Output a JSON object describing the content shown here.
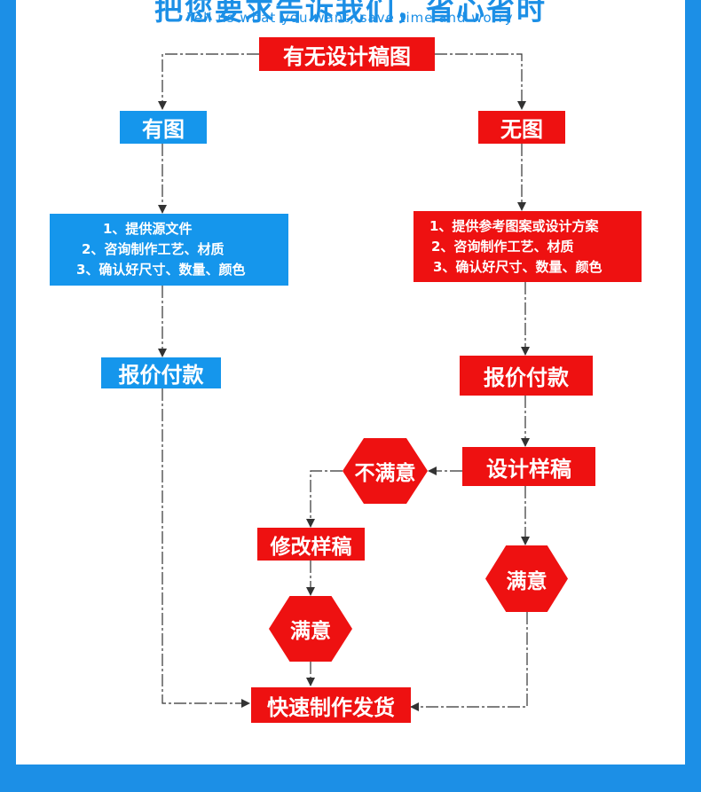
{
  "header": {
    "title": "把您要求告诉我们，省心省时",
    "subtitle": "Tell us what you want, save time and worry"
  },
  "flow": {
    "start": "有无设计稿图",
    "has_design": {
      "label": "有图",
      "steps": [
        "1、提供源文件",
        "2、咨询制作工艺、材质",
        "3、确认好尺寸、数量、颜色"
      ],
      "pay": "报价付款"
    },
    "no_design": {
      "label": "无图",
      "steps": [
        "1、提供参考图案或设计方案",
        "2、咨询制作工艺、材质",
        "3、确认好尺寸、数量、颜色"
      ],
      "pay": "报价付款",
      "sample": "设计样稿",
      "unsatisfied": "不满意",
      "revise": "修改样稿",
      "satisfied_after_revise": "满意",
      "satisfied": "满意"
    },
    "end": "快速制作发货"
  },
  "colors": {
    "background_frame": "#1c8fe6",
    "blue_box": "#1596ec",
    "red_box": "#ee1111",
    "connector": "#333333"
  }
}
